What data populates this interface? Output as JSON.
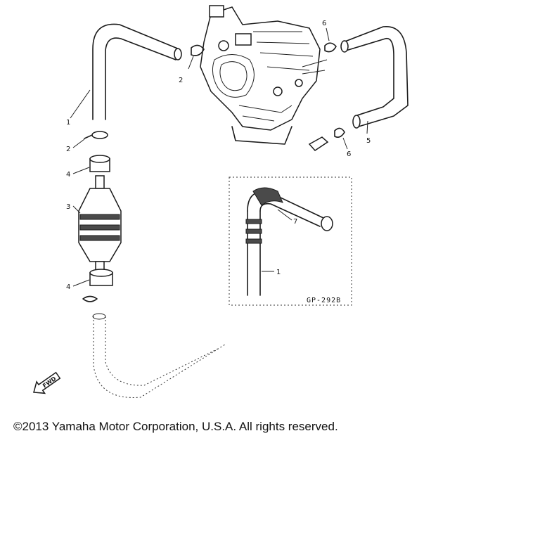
{
  "diagram": {
    "callouts": {
      "hose_left": "1",
      "clamp_upper_left": "2",
      "clamp_carb": "2",
      "primer_bulb": "3",
      "check_valve_upper": "4",
      "check_valve_lower": "4",
      "hose_right": "5",
      "clamp_right_upper": "6",
      "clamp_right_lower": "6",
      "inset_hose_a": "7",
      "inset_hose_b": "1"
    },
    "inset_code": "GP-292B",
    "fwd_label": "FWD"
  },
  "footer": {
    "copyright": "©2013 Yamaha Motor Corporation, U.S.A. All rights reserved."
  }
}
